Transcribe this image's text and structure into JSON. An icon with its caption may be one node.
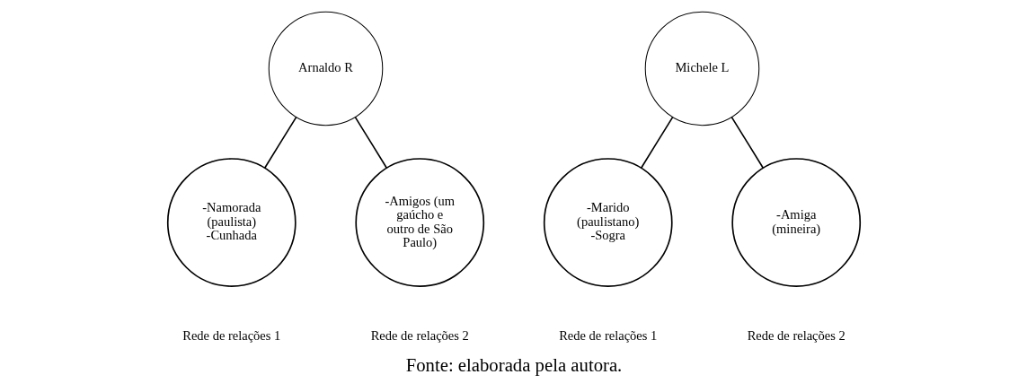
{
  "diagram": {
    "caption": "Fonte: elaborada pela autora.",
    "nodes": [
      {
        "text": [
          "Arnaldo R"
        ]
      },
      {
        "text": [
          "-Namorada (paulista) -Cunhada"
        ],
        "beside": [
          "Rede de relações 1"
        ]
      },
      {
        "text": [
          "-Amigos (um gaúcho e outro de São Paulo)"
        ],
        "beside": [
          "Rede de relações 2"
        ]
      },
      {
        "text": [
          "Michele L"
        ]
      },
      {
        "text": [
          "-Marido (paulistano) -Sogra"
        ],
        "beside": [
          "Rede de relações 1"
        ]
      },
      {
        "text": [
          "-Amiga (mineira)"
        ],
        "beside": [
          "Rede de relações 2"
        ]
      }
    ],
    "edges": [
      {
        "from": 0,
        "to": 1,
        "arrow": "none"
      },
      {
        "from": 0,
        "to": 2,
        "arrow": "none"
      },
      {
        "from": 3,
        "to": 4,
        "arrow": "none"
      },
      {
        "from": 3,
        "to": 5,
        "arrow": "none"
      }
    ]
  }
}
